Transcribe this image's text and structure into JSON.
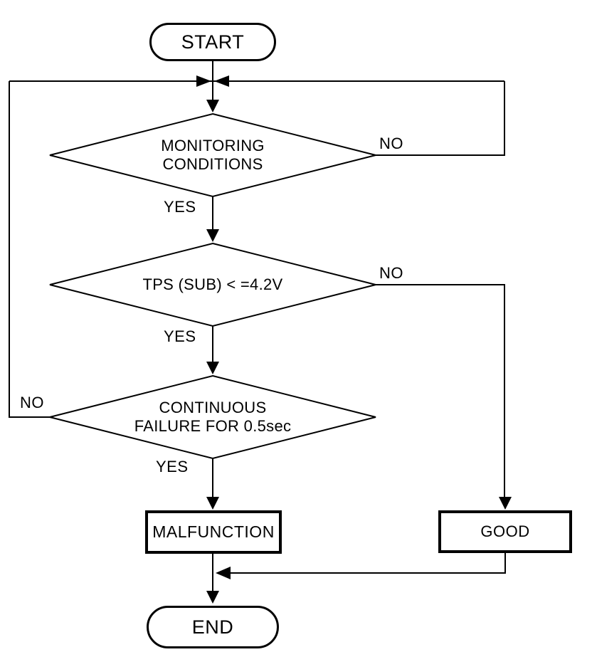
{
  "flowchart": {
    "colors": {
      "line": "#000000",
      "background": "#ffffff",
      "text": "#000000"
    },
    "terminals": {
      "start": "START",
      "end": "END"
    },
    "decisions": [
      {
        "text_line1": "MONITORING",
        "text_line2": "CONDITIONS",
        "yes_label": "YES",
        "no_label": "NO"
      },
      {
        "text_line1": "TPS (SUB) < =4.2V",
        "yes_label": "YES",
        "no_label": "NO"
      },
      {
        "text_line1": "CONTINUOUS",
        "text_line2": "FAILURE FOR 0.5sec",
        "yes_label": "YES",
        "no_label": "NO"
      }
    ],
    "outcomes": {
      "malfunction": "MALFUNCTION",
      "good": "GOOD"
    }
  }
}
